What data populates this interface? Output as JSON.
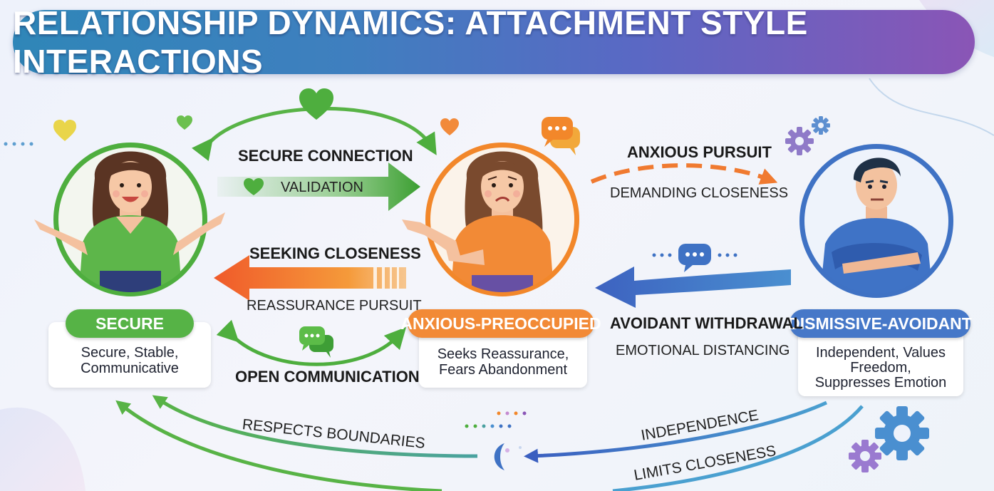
{
  "title": "RELATIONSHIP DYNAMICS: ATTACHMENT STYLE INTERACTIONS",
  "styles": [
    {
      "badge": "SECURE",
      "desc": [
        "Secure, Stable,",
        "Communicative"
      ],
      "color": "#4eae3e"
    },
    {
      "badge": "ANXIOUS-PREOCCUPIED",
      "desc": [
        "Seeks Reassurance,",
        "Fears Abandonment"
      ],
      "color": "#f2872a"
    },
    {
      "badge": "DISMISSIVE-AVOIDANT",
      "desc": [
        "Independent, Values",
        "Freedom,",
        "Suppresses Emotion"
      ],
      "color": "#3f72c4"
    }
  ],
  "connections": {
    "secure_anxious": {
      "label": "SECURE CONNECTION",
      "sublabel": "VALIDATION"
    },
    "anxious_secure": {
      "label": "SEEKING CLOSENESS",
      "sublabel": "REASSURANCE PURSUIT"
    },
    "open_communication": {
      "label": "OPEN COMMUNICATION"
    },
    "anxious_avoidant": {
      "label": "ANXIOUS PURSUIT",
      "sublabel": "DEMANDING CLOSENESS"
    },
    "avoidant_anxious": {
      "label": "AVOIDANT WITHDRAWAL",
      "sublabel": "EMOTIONAL DISTANCING"
    },
    "bottom_left": {
      "label": "RESPECTS BOUNDARIES"
    },
    "bottom_right": {
      "label": "INDEPENDENCE",
      "sublabel": "LIMITS CLOSENESS"
    }
  },
  "colors": {
    "green": "#4eae3e",
    "orange": "#f2872a",
    "blue": "#3f72c4",
    "title_start": "#2f86b8",
    "title_end": "#8a55b6"
  },
  "icons": [
    "heart-icon",
    "chat-bubble-icon",
    "gear-icon"
  ]
}
